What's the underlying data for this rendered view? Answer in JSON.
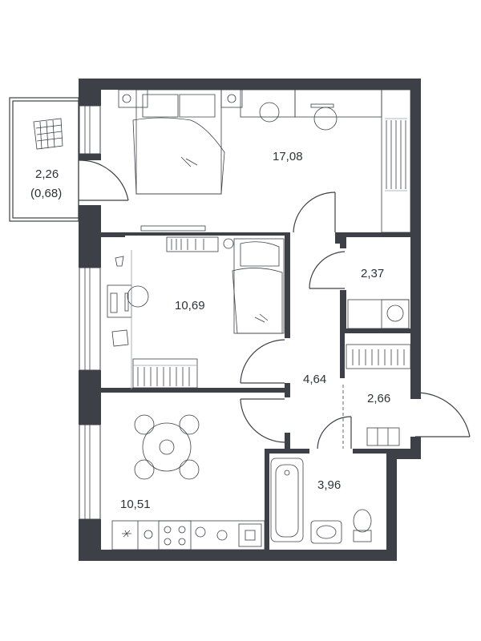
{
  "rooms": {
    "balcony_area": "2,26",
    "balcony_reduced": "(0,68)",
    "bedroom_large": "17,08",
    "bedroom_small": "10,69",
    "kitchen": "10,51",
    "hallway": "4,64",
    "storage": "2,37",
    "entrance": "2,66",
    "bathroom": "3,96"
  },
  "colors": {
    "wall": "#3d4047",
    "background": "#ffffff"
  }
}
